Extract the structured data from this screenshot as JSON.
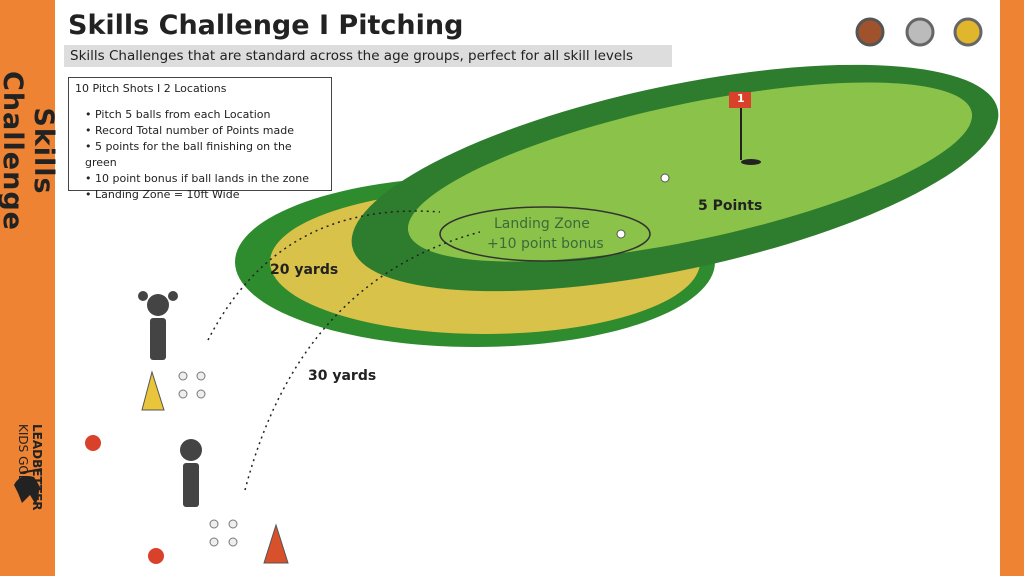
{
  "sidebar": {
    "vertical_title": "Skills Challenge",
    "brand_name": "LEADBETTER",
    "brand_sub": "KIDS GOLF"
  },
  "header": {
    "title": "Skills Challenge I Pitching",
    "subtitle": "Skills Challenges that are standard across the age groups, perfect for all skill levels"
  },
  "medals": [
    {
      "name": "bronze",
      "color": "#A0522D"
    },
    {
      "name": "silver",
      "color": "#9a9a9a"
    },
    {
      "name": "gold",
      "color": "#E0B62C"
    }
  ],
  "info_box": {
    "heading": "10 Pitch Shots I 2 Locations",
    "bullets": [
      "Pitch 5 balls from each Location",
      "Record Total number of Points made",
      "5 points for the ball finishing on the green",
      "10 point bonus if ball lands in the zone",
      "Landing Zone = 10ft Wide"
    ]
  },
  "diagram": {
    "landing_zone": "Landing Zone",
    "bonus": "+10 point bonus",
    "green_points": "5 Points",
    "dist_near": "20 yards",
    "dist_far": "30 yards",
    "flag_number": "1"
  },
  "colors": {
    "orange": "#EE8433",
    "dark_green": "#2E8B2E",
    "light_green": "#8BC34A",
    "yellow": "#D9C24A"
  }
}
